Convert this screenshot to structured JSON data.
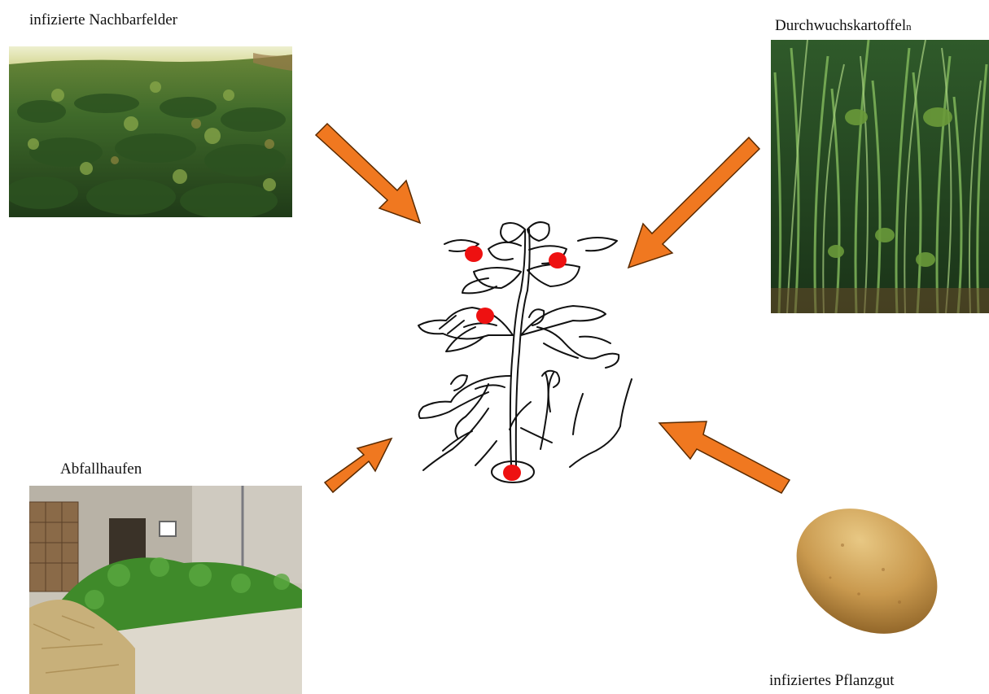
{
  "title": "",
  "sources": {
    "neighbor_fields": {
      "label": "infizierte Nachbarfelder"
    },
    "volunteer_potatoes": {
      "label": "Durchwuchskartoffel",
      "label_suffix": "n"
    },
    "waste_pile": {
      "label": "Abfallhaufen"
    },
    "seed_tubers": {
      "label": "infiziertes Pflanzgut"
    }
  },
  "colors": {
    "arrow": "#f07820",
    "arrow_outline": "#5a2a00",
    "infection_dot": "#ee1111",
    "plant_line": "#111111"
  },
  "icons": {
    "plant": "potato-plant-drawing",
    "dot": "infection-site-dot"
  }
}
